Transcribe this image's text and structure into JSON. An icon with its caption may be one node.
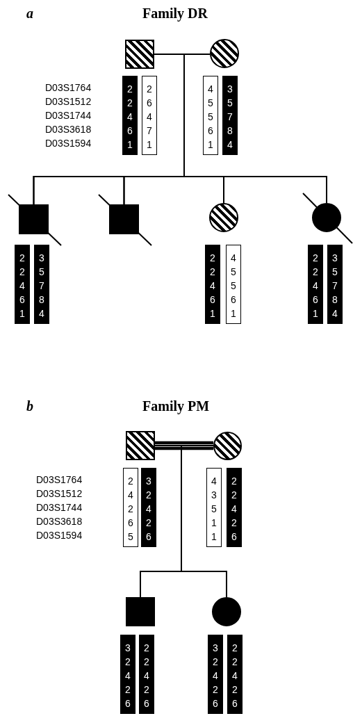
{
  "diagram": {
    "nodes": [
      {
        "text": [],
        "shape": "box"
      },
      {
        "text": [
          "2 2 4 6 1"
        ]
      },
      {
        "text": [
          "2 6 4 7 1"
        ]
      },
      {
        "text": [],
        "shape": "circle"
      },
      {
        "text": [
          "4 5 5 6 1"
        ]
      },
      {
        "text": [
          "3 5 7 8 4"
        ]
      },
      {
        "text": [],
        "shape": "box"
      },
      {
        "text": [
          "2 2 4 6 1"
        ]
      },
      {
        "text": [
          "3 5 7 8 4"
        ]
      },
      {
        "text": [],
        "shape": "box"
      },
      {
        "text": [],
        "shape": "circle"
      },
      {
        "text": [
          "2 2 4 6 1"
        ]
      },
      {
        "text": [
          "4 5 5 6 1"
        ]
      },
      {
        "text": [],
        "shape": "circle"
      },
      {
        "text": [
          "2 2 4 6 1"
        ]
      },
      {
        "text": [
          "3 5 7 8 4"
        ]
      },
      {
        "text": [],
        "shape": "box"
      },
      {
        "text": [
          "2 4 2 6 5"
        ]
      },
      {
        "text": [
          "3 2 4 2 6"
        ]
      },
      {
        "text": [],
        "shape": "circle"
      },
      {
        "text": [
          "4 3 5 1 1"
        ]
      },
      {
        "text": [
          "2 2 4 2 6"
        ]
      },
      {
        "text": [],
        "shape": "box"
      },
      {
        "text": [
          "3 2 4 2 6"
        ]
      },
      {
        "text": [
          "2 2 4 2 6"
        ]
      },
      {
        "text": [],
        "shape": "circle"
      },
      {
        "text": [
          "3 2 4 2 6"
        ]
      },
      {
        "text": [
          "2 2 4 2 6"
        ]
      }
    ],
    "edges": [
      {
        "from": 0,
        "to": 3,
        "arrow": "none"
      },
      {
        "from": 0,
        "to": 6,
        "arrow": "none"
      },
      {
        "from": 3,
        "to": 6,
        "arrow": "none"
      },
      {
        "from": 0,
        "to": 9,
        "arrow": "none"
      },
      {
        "from": 3,
        "to": 9,
        "arrow": "none"
      },
      {
        "from": 0,
        "to": 10,
        "arrow": "none"
      },
      {
        "from": 3,
        "to": 10,
        "arrow": "none"
      },
      {
        "from": 0,
        "to": 13,
        "arrow": "none"
      },
      {
        "from": 3,
        "to": 13,
        "arrow": "none"
      },
      {
        "from": 16,
        "to": 19,
        "arrow": "none",
        "style": "thick"
      },
      {
        "from": 16,
        "to": 22,
        "arrow": "none"
      },
      {
        "from": 19,
        "to": 22,
        "arrow": "none"
      },
      {
        "from": 16,
        "to": 25,
        "arrow": "none"
      },
      {
        "from": 19,
        "to": 25,
        "arrow": "none"
      }
    ],
    "labels": [
      "a",
      "Family DR",
      "D03S1764",
      "D03S1512",
      "D03S1744",
      "D03S3618",
      "D03S1594",
      "b",
      "Family PM",
      "D03S1764",
      "D03S1512",
      "D03S1744",
      "D03S3618",
      "D03S1594"
    ]
  }
}
